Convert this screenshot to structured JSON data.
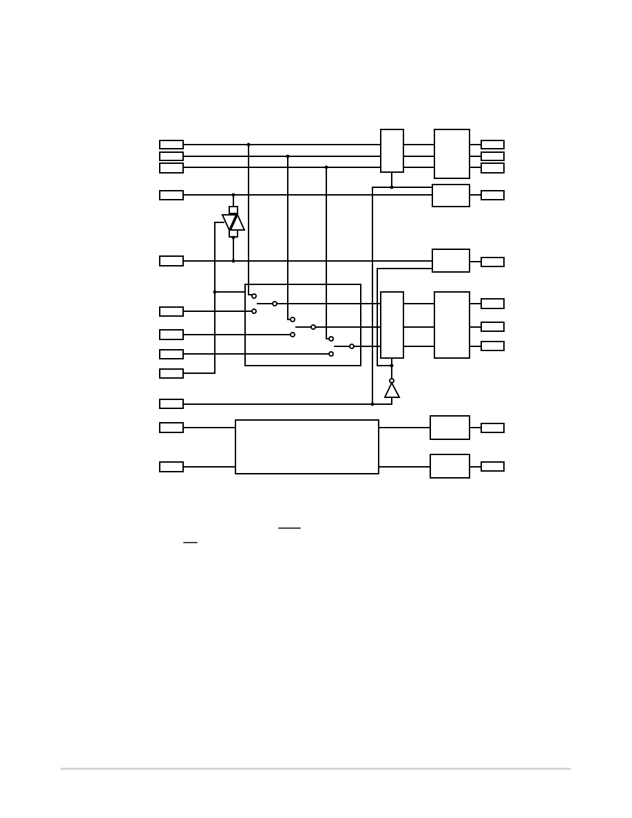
{
  "page": {
    "background": "#ffffff",
    "line_color": "#000000",
    "footer_rule_color": "#d4d4d4"
  },
  "diagram": {
    "input_pins": [
      "",
      "",
      "",
      "",
      "",
      "",
      "",
      "",
      "",
      "",
      "",
      "",
      ""
    ],
    "output_pins": [
      "",
      "",
      "",
      "",
      "",
      "",
      "",
      "",
      "",
      "",
      "",
      ""
    ],
    "blocks": [
      "",
      "",
      "",
      "",
      "",
      "",
      "",
      "",
      "",
      "",
      ""
    ],
    "buffers": [
      "bidirectional-buffer",
      "inverting-buffer"
    ],
    "switches": [
      "switch-1",
      "switch-2",
      "switch-3"
    ]
  }
}
